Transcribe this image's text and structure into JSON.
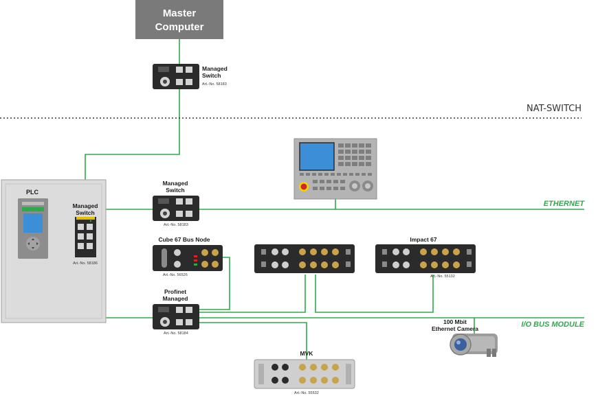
{
  "colors": {
    "link": "#2eaa4a",
    "module_dark": "#2b2b2b",
    "module_light": "#cfcfcf",
    "master_box": "#7a7a7a",
    "cabinet": "#dcdcdc",
    "cnc_panel": "#b4b4b4",
    "screen": "#3c8fd6"
  },
  "master_computer": {
    "line1": "Master",
    "line2": "Computer"
  },
  "section_label": "NAT-SWITCH",
  "bus_labels": {
    "ethernet": "ETHERNET",
    "io_bus": "I/O BUS MODULE"
  },
  "devices": {
    "top_switch": {
      "line1": "Managed",
      "line2": "Switch",
      "art": "Art.-No. 58183"
    },
    "plc": {
      "label": "PLC"
    },
    "cabinet_switch": {
      "line1": "Managed",
      "line2": "Switch",
      "art": "Art.-No. 58186"
    },
    "ethernet_switch": {
      "line1": "Managed",
      "line2": "Switch",
      "art": "Art.-No. 58183"
    },
    "cube67": {
      "label": "Cube 67 Bus Node",
      "art": "Art.-No. 56526"
    },
    "impact67": {
      "label": "Impact 67",
      "art": "Art.-No. 55132"
    },
    "profinet": {
      "line1": "Profinet",
      "line2": "Managed",
      "art": "Art.-No. 58184"
    },
    "camera": {
      "line1": "100 Mbit",
      "line2": "Ethernet Camera"
    },
    "mvk": {
      "label": "MVK",
      "art": "Art.-No. 55532"
    }
  }
}
